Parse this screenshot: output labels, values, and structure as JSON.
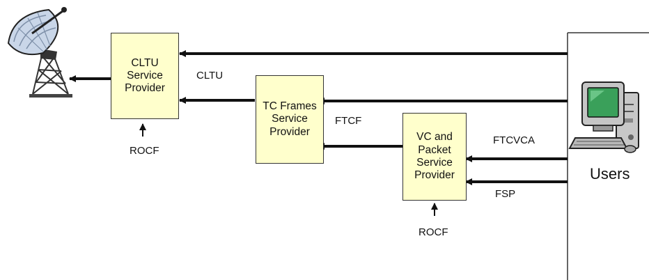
{
  "boxes": {
    "cltu": "CLTU\nService\nProvider",
    "tc_frames": "TC Frames\nService\nProvider",
    "vc_packet": "VC and\nPacket\nService\nProvider"
  },
  "labels": {
    "cltu": "CLTU",
    "ftcf": "FTCF",
    "ftcvca": "FTCVCA",
    "fsp": "FSP",
    "rocf_left": "ROCF",
    "rocf_right": "ROCF",
    "users": "Users"
  },
  "icons": {
    "antenna": "satellite-dish-icon",
    "computer": "computer-workstation-icon"
  },
  "colors": {
    "box_fill": "#ffffcc",
    "box_border": "#333333",
    "arrow": "#111111"
  }
}
